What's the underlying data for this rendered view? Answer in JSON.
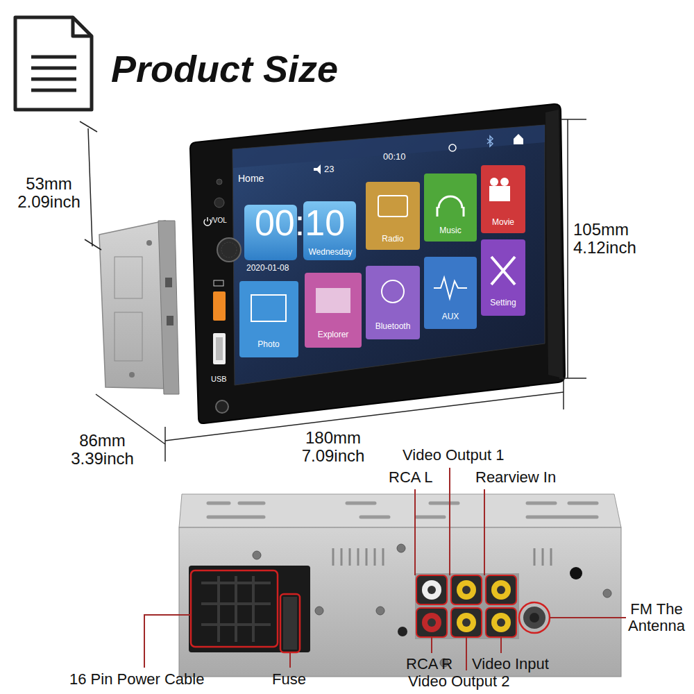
{
  "diagram": {
    "title": "Product Size",
    "labels": [
      "53mm 2.09inch",
      "105mm 4.12inch",
      "86mm 3.39inch",
      "180mm 7.09inch",
      "Home",
      "23",
      "00:10",
      "00:10",
      "Wednesday",
      "2020-01-08",
      "Radio",
      "Music",
      "Movie",
      "Photo",
      "Explorer",
      "Bluetooth",
      "AUX",
      "Setting",
      "/VOL",
      "USB",
      "Video Output 1",
      "RCA L",
      "Rearview In",
      "FM The Antenna",
      "16 Pin Power Cable",
      "Fuse",
      "RCA R",
      "Video Output 2",
      "Video Input"
    ]
  }
}
